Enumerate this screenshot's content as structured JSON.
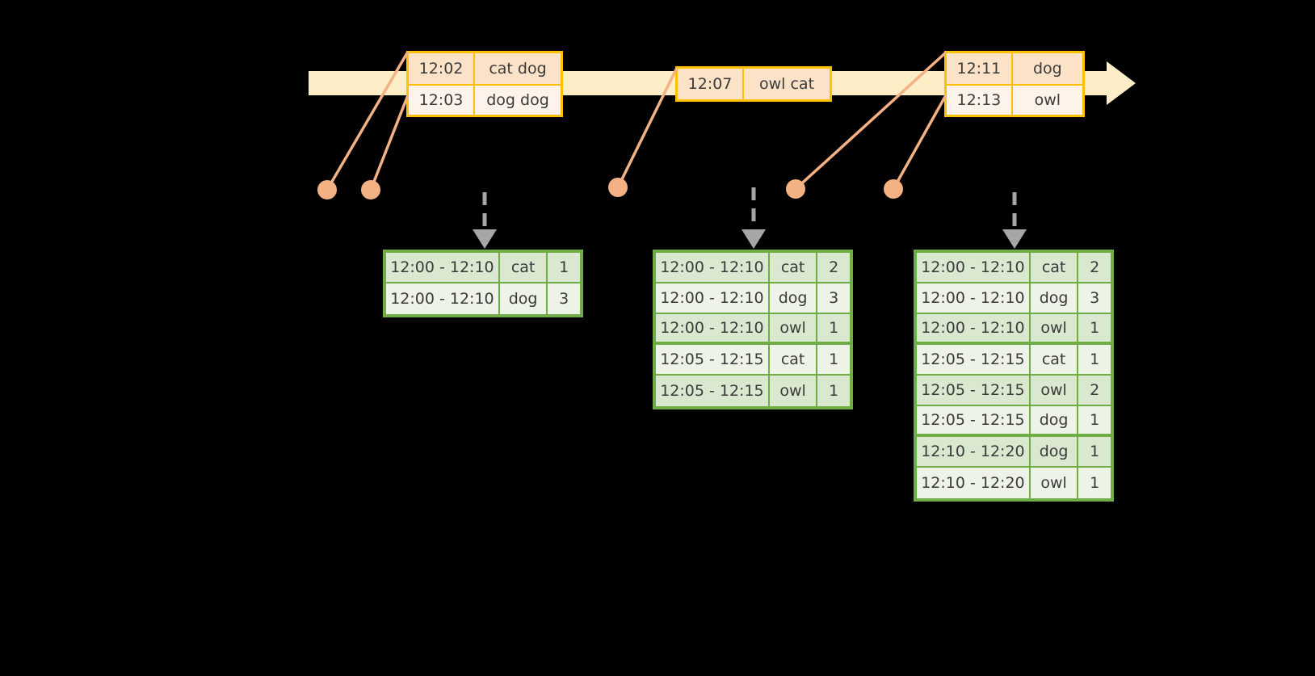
{
  "diagram": {
    "colors": {
      "background": "#000000",
      "timeline_fill": "#fdeec8",
      "event_border": "#ffc000",
      "event_shade_a": "#fce3c8",
      "event_shade_b": "#fdf3ea",
      "connector": "#f4b183",
      "table_border": "#70ad47",
      "table_shade_a": "#dbe8d0",
      "table_shade_b": "#eef3e8",
      "dashed_arrow": "#a6a6a6",
      "text": "#3a3a3a"
    },
    "timeline": {
      "event_groups": [
        {
          "name": "event-group-1",
          "rows": [
            {
              "time": "12:02",
              "payload": "cat dog"
            },
            {
              "time": "12:03",
              "payload": "dog dog"
            }
          ]
        },
        {
          "name": "event-group-2",
          "rows": [
            {
              "time": "12:07",
              "payload": "owl cat"
            }
          ]
        },
        {
          "name": "event-group-3",
          "rows": [
            {
              "time": "12:11",
              "payload": "dog"
            },
            {
              "time": "12:13",
              "payload": "owl"
            }
          ]
        }
      ]
    },
    "result_tables": [
      {
        "name": "result-table-1",
        "rows": [
          {
            "window": "12:00 - 12:10",
            "key": "cat",
            "count": "1"
          },
          {
            "window": "12:00 - 12:10",
            "key": "dog",
            "count": "3"
          }
        ]
      },
      {
        "name": "result-table-2",
        "rows": [
          {
            "window": "12:00 - 12:10",
            "key": "cat",
            "count": "2"
          },
          {
            "window": "12:00 - 12:10",
            "key": "dog",
            "count": "3"
          },
          {
            "window": "12:00 - 12:10",
            "key": "owl",
            "count": "1"
          },
          {
            "window": "12:05 - 12:15",
            "key": "cat",
            "count": "1"
          },
          {
            "window": "12:05 - 12:15",
            "key": "owl",
            "count": "1"
          }
        ]
      },
      {
        "name": "result-table-3",
        "rows": [
          {
            "window": "12:00 - 12:10",
            "key": "cat",
            "count": "2"
          },
          {
            "window": "12:00 - 12:10",
            "key": "dog",
            "count": "3"
          },
          {
            "window": "12:00 - 12:10",
            "key": "owl",
            "count": "1"
          },
          {
            "window": "12:05 - 12:15",
            "key": "cat",
            "count": "1"
          },
          {
            "window": "12:05 - 12:15",
            "key": "owl",
            "count": "2"
          },
          {
            "window": "12:05 - 12:15",
            "key": "dog",
            "count": "1"
          },
          {
            "window": "12:10 - 12:20",
            "key": "dog",
            "count": "1"
          },
          {
            "window": "12:10 - 12:20",
            "key": "owl",
            "count": "1"
          }
        ]
      }
    ]
  }
}
